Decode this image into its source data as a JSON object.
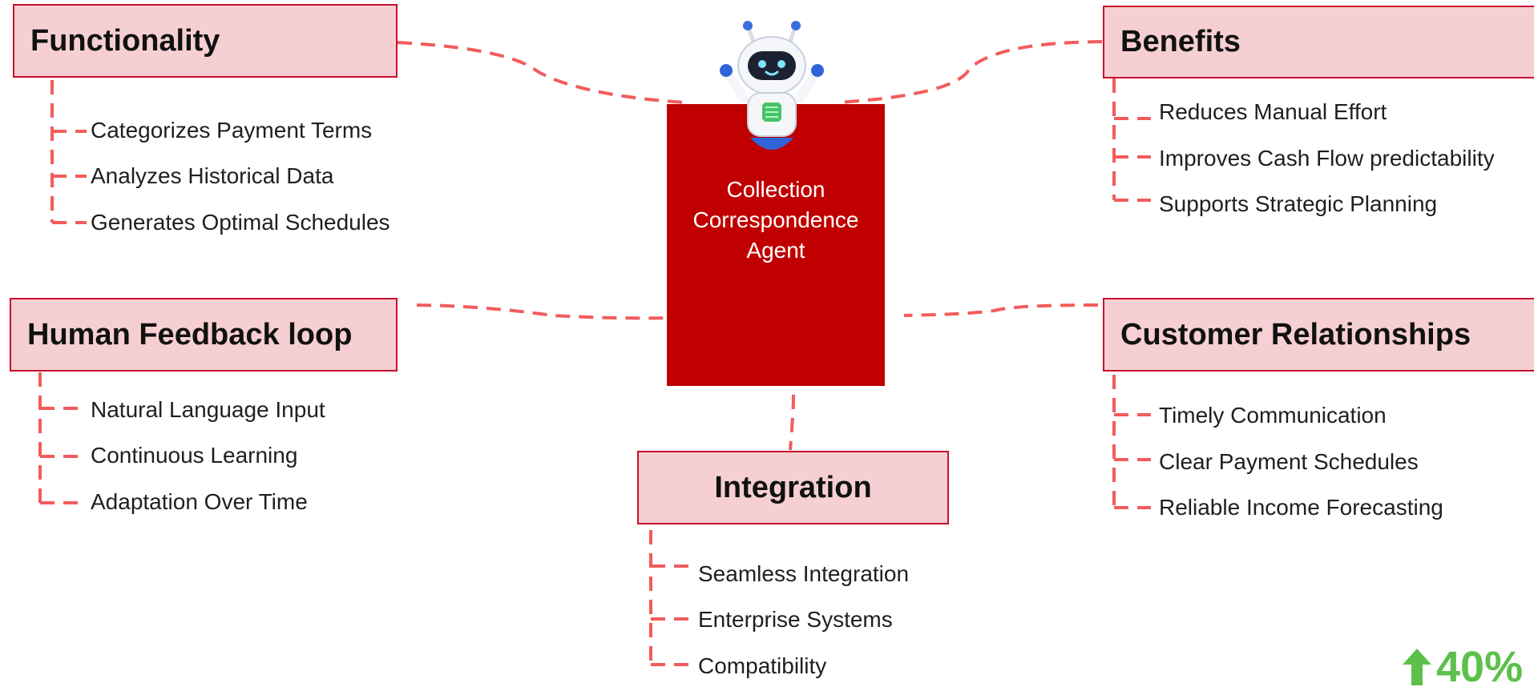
{
  "colors": {
    "accent_red": "#c00000",
    "box_fill": "#f5cfd1",
    "box_border": "#c8102e",
    "connector": "#f25c5c",
    "stat_green": "#5cc04a"
  },
  "center": {
    "label": "Collection\nCorrespondence\nAgent",
    "icon": "robot-icon"
  },
  "functionality": {
    "title": "Functionality",
    "items": [
      "Categorizes Payment Terms",
      "Analyzes Historical Data",
      "Generates Optimal Schedules"
    ]
  },
  "benefits": {
    "title": "Benefits",
    "items": [
      "Reduces Manual Effort",
      "Improves Cash Flow predictability",
      "Supports Strategic Planning"
    ]
  },
  "feedback": {
    "title": "Human Feedback loop",
    "items": [
      "Natural Language Input",
      "Continuous Learning",
      "Adaptation Over Time"
    ]
  },
  "customer": {
    "title": "Customer Relationships",
    "items": [
      "Timely Communication",
      "Clear Payment Schedules",
      "Reliable Income Forecasting"
    ]
  },
  "integration": {
    "title": "Integration",
    "items": [
      "Seamless Integration",
      "Enterprise Systems",
      "Compatibility"
    ]
  },
  "stat": {
    "value": "40%",
    "icon": "arrow-up-icon"
  }
}
